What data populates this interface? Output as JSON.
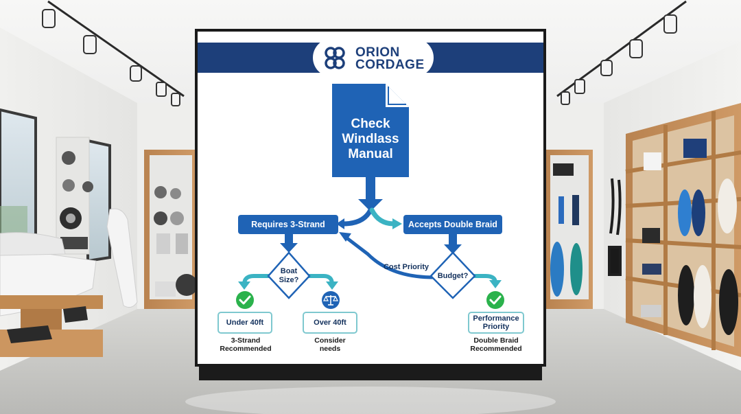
{
  "sign": {
    "brand": {
      "line1": "ORION",
      "line2": "CORDAGE",
      "logo_icon": "knot-logo-icon"
    },
    "start_node": "Check Windlass Manual",
    "branch_left": "Requires 3-Strand",
    "branch_right": "Accepts Double Braid",
    "decision_left": "Boat Size?",
    "decision_right": "Budget?",
    "cost_label": "Cost Priority",
    "outcomes": [
      {
        "box": "Under 40ft",
        "note": "3-Strand Recommended",
        "icon": "checkmark-icon"
      },
      {
        "box": "Over 40ft",
        "note": "Consider needs",
        "icon": "balance-scale-icon"
      },
      {
        "box": "Performance Priority",
        "note": "Double Braid Recommended",
        "icon": "checkmark-icon"
      }
    ]
  },
  "colors": {
    "navy": "#1d3f7a",
    "blue": "#1f63b5",
    "teal": "#3bb3c3",
    "check_green": "#2bb24c",
    "wall": "#f2f2f0",
    "floor": "#c9c9c6",
    "shelf_wood": "#c08a55"
  }
}
